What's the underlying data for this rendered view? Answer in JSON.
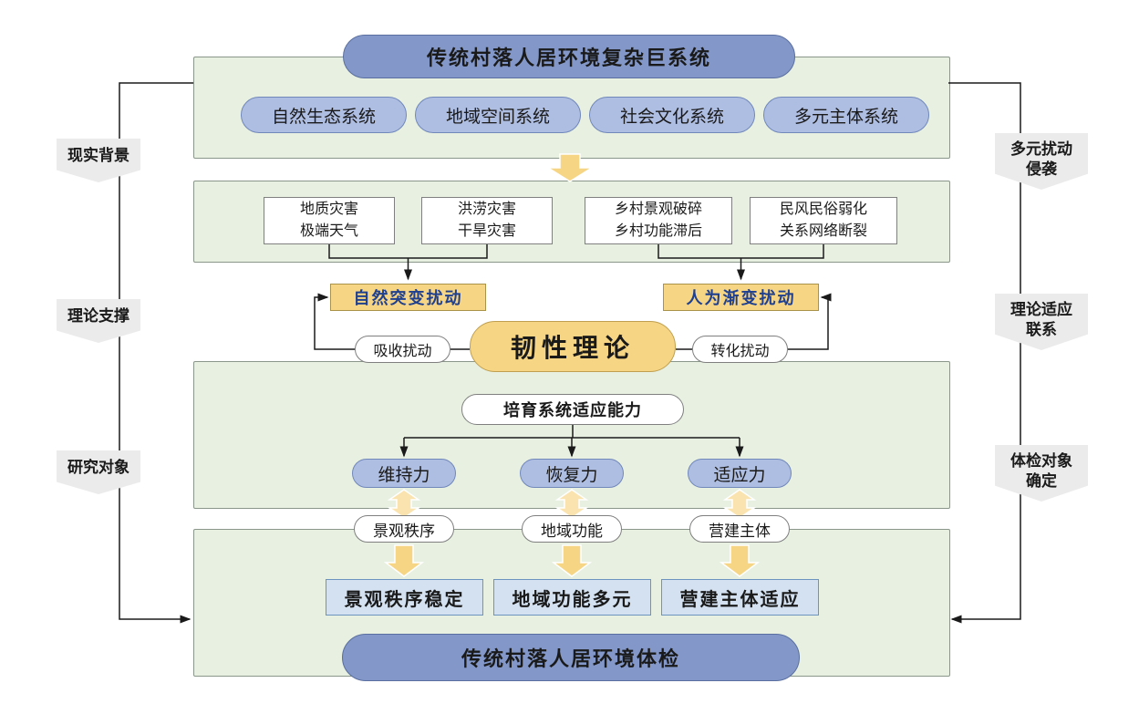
{
  "top_pill": "传统村落人居环境复杂巨系统",
  "bottom_pill": "传统村落人居环境体检",
  "subsystems": [
    "自然生态系统",
    "地域空间系统",
    "社会文化系统",
    "多元主体系统"
  ],
  "hazards": [
    [
      "地质灾害",
      "极端天气"
    ],
    [
      "洪涝灾害",
      "干旱灾害"
    ],
    [
      "乡村景观破碎",
      "乡村功能滞后"
    ],
    [
      "民风民俗弱化",
      "关系网络断裂"
    ]
  ],
  "disturbances": {
    "natural": "自然突变扰动",
    "human": "人为渐变扰动"
  },
  "theory": {
    "core": "韧性理论",
    "absorb": "吸收扰动",
    "transform": "转化扰动",
    "capacity": "培育系统适应能力"
  },
  "forces": [
    "维持力",
    "恢复力",
    "适应力"
  ],
  "objects": [
    "景观秩序",
    "地域功能",
    "营建主体"
  ],
  "outcomes": [
    "景观秩序稳定",
    "地域功能多元",
    "营建主体适应"
  ],
  "side_left": [
    "现实背景",
    "理论支撑",
    "研究对象"
  ],
  "side_right": [
    [
      "多元扰动",
      "侵袭"
    ],
    [
      "理论适应",
      "联系"
    ],
    [
      "体检对象",
      "确定"
    ]
  ],
  "colors": {
    "panel_green": "#e7f0e1",
    "pill_blue_dark": "#8398c9",
    "pill_blue_light": "#aebde2",
    "yellow": "#f6d584",
    "yellow_light": "#fae3ae",
    "outcome_blue": "#d3e1f1",
    "disturbance_text": "#1f3f8f",
    "line": "#1a1a1a"
  }
}
